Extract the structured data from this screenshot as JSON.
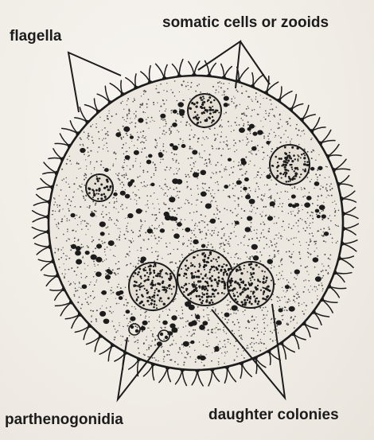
{
  "labels": {
    "flagella": "flagella",
    "somatic_cells": "somatic cells or zooids",
    "parthenogonidia": "parthenogonidia",
    "daughter_colonies": "daughter colonies"
  },
  "colors": {
    "ink": "#1c1c1c",
    "paper": "#f4f1ec",
    "colony_fill": "#ece7df"
  }
}
